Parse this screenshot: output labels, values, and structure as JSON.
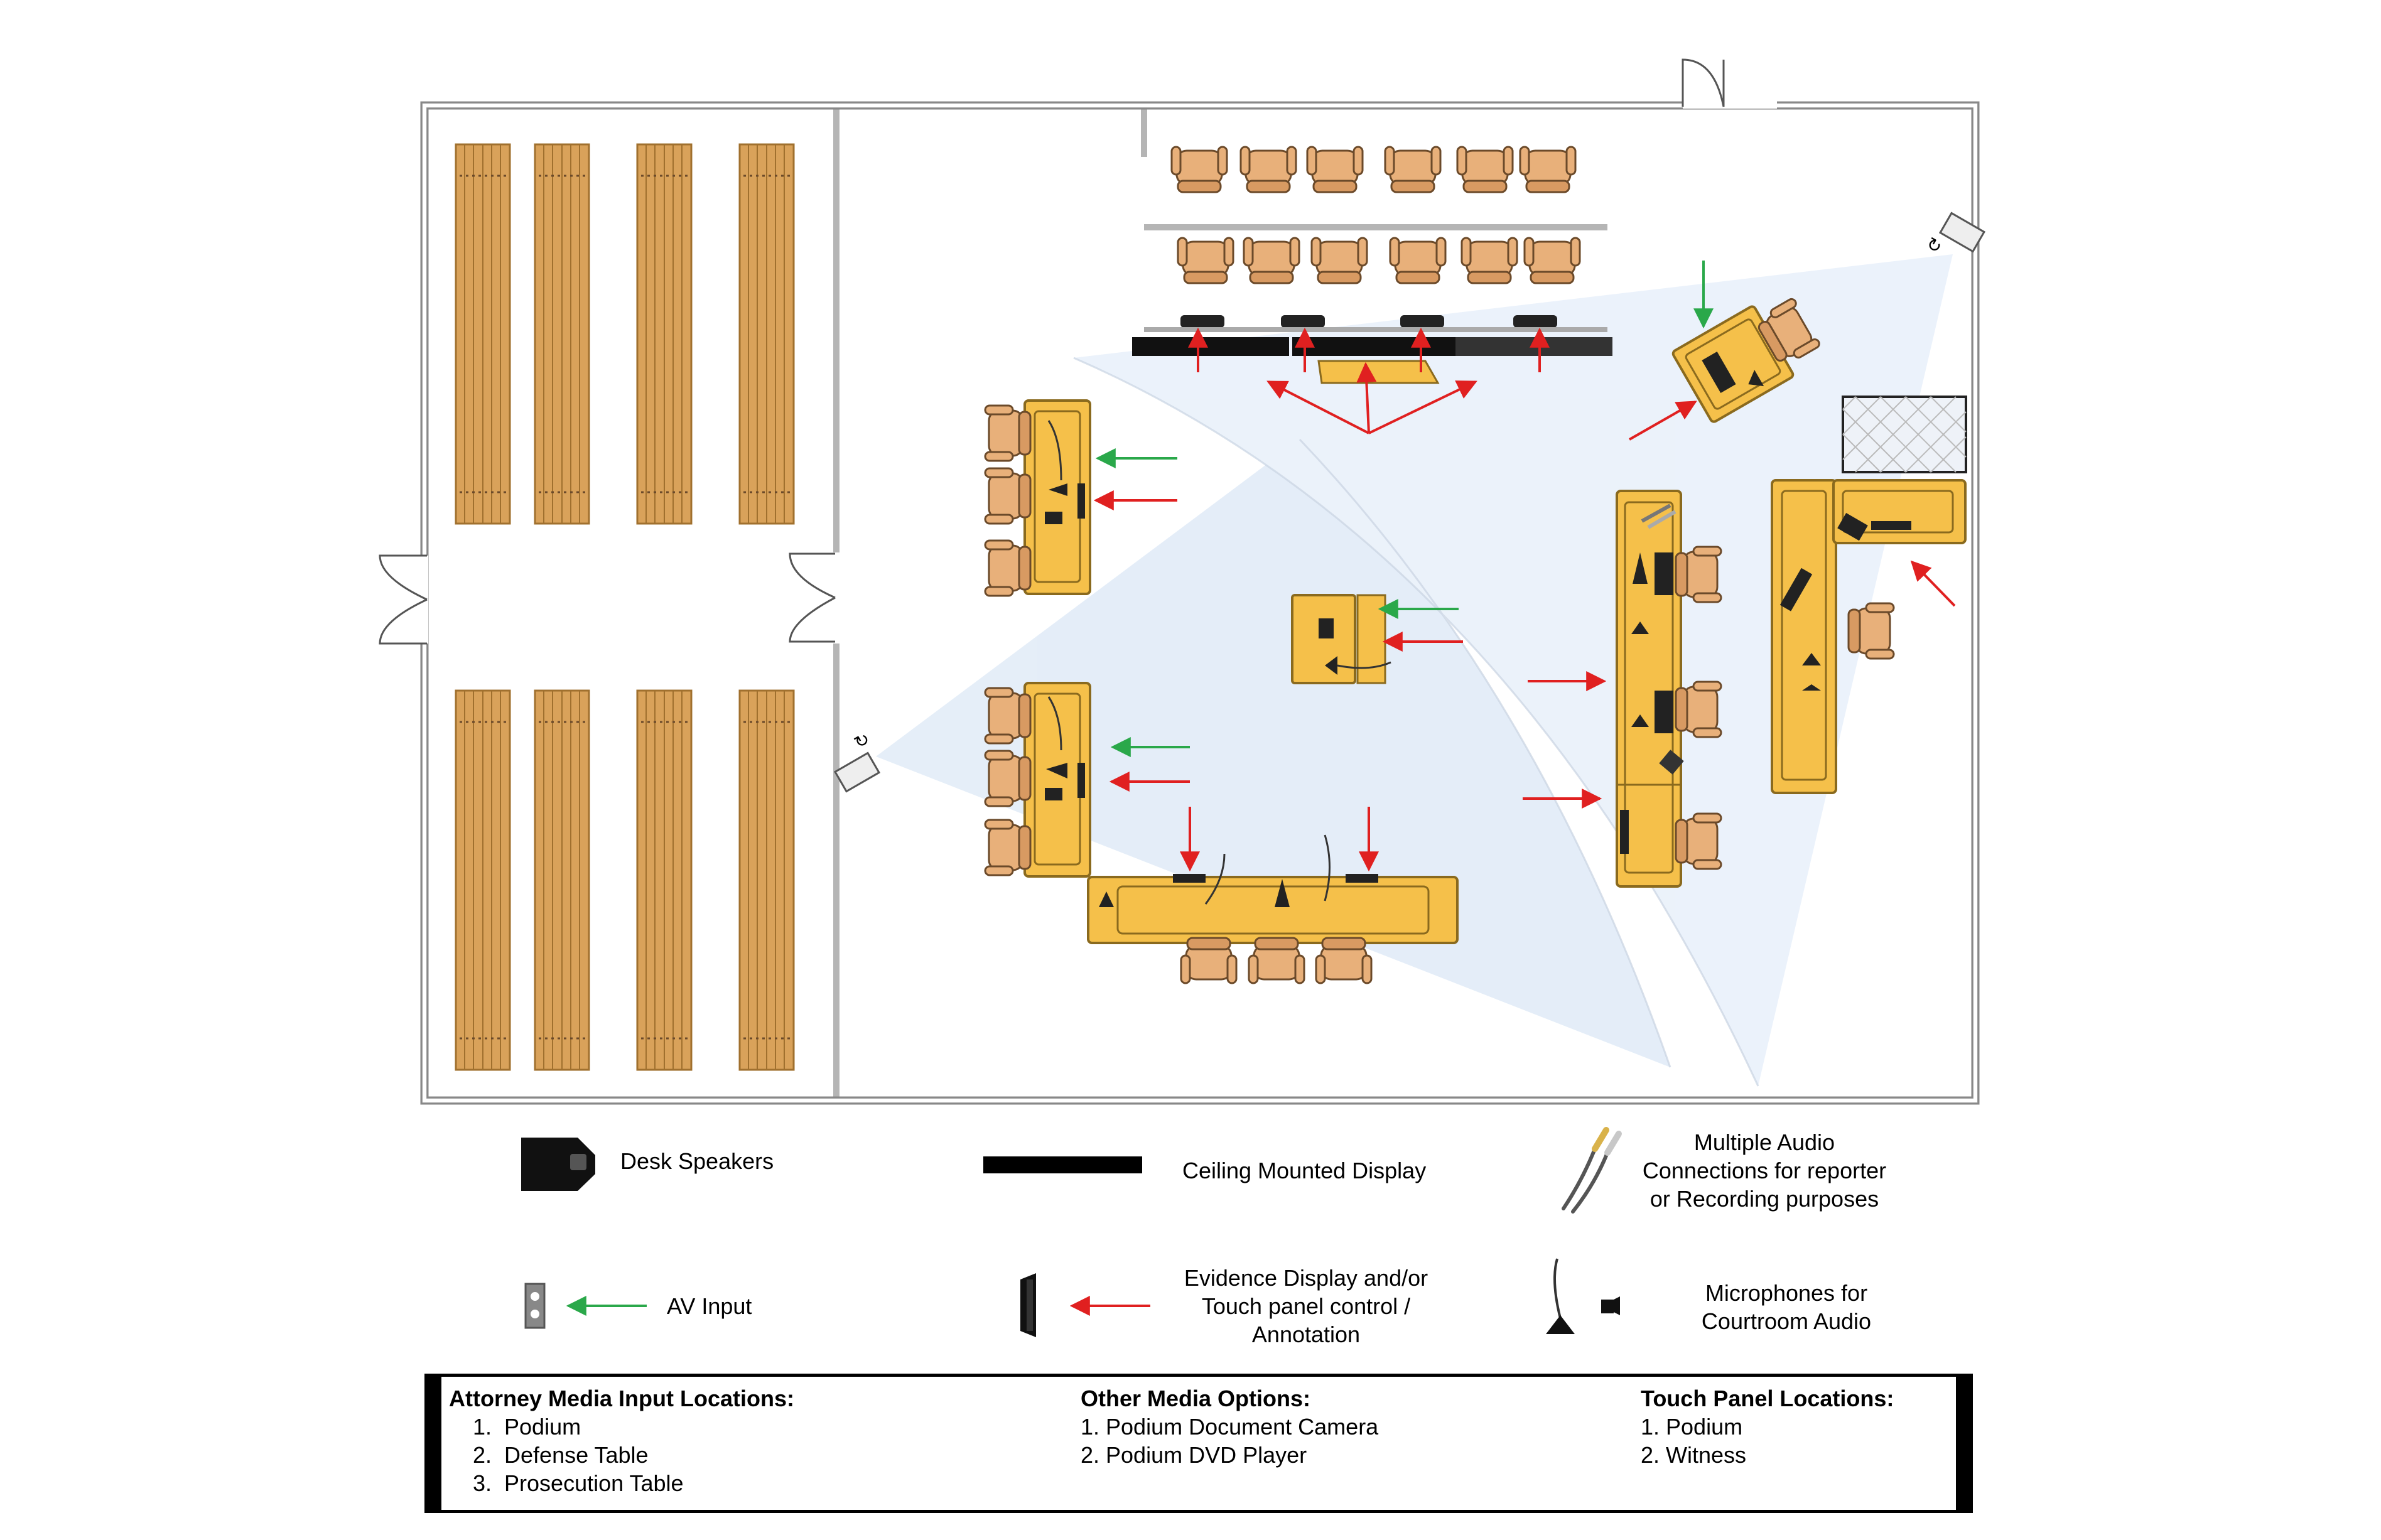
{
  "legend": {
    "desk_speakers": "Desk Speakers",
    "ceiling_display": "Ceiling Mounted Display",
    "audio_connections": [
      "Multiple Audio",
      "Connections for reporter",
      "or Recording purposes"
    ],
    "av_input": "AV Input",
    "evidence_display": [
      "Evidence Display and/or",
      "Touch panel control /",
      "Annotation"
    ],
    "microphones": [
      "Microphones for",
      "Courtroom Audio"
    ]
  },
  "info": {
    "attorney": {
      "heading": "Attorney Media Input Locations:",
      "items": [
        "1.  Podium",
        "2.  Defense Table",
        "3.  Prosecution Table"
      ]
    },
    "other": {
      "heading": "Other Media Options:",
      "items": [
        "1. Podium Document Camera",
        "2. Podium DVD Player"
      ]
    },
    "touch": {
      "heading": "Touch Panel Locations:",
      "items": [
        "1. Podium",
        "2. Witness"
      ]
    }
  },
  "colors": {
    "wall": "#c8c8c8",
    "table_fill": "#f5c04a",
    "table_stroke": "#8a6a1e",
    "bench": "#d9a25a",
    "chair": "#e8b07a",
    "av_input_arrow": "#2aa84a",
    "evidence_arrow": "#e02020",
    "camera_coverage": "#dbe8f7",
    "display": "#111111"
  }
}
